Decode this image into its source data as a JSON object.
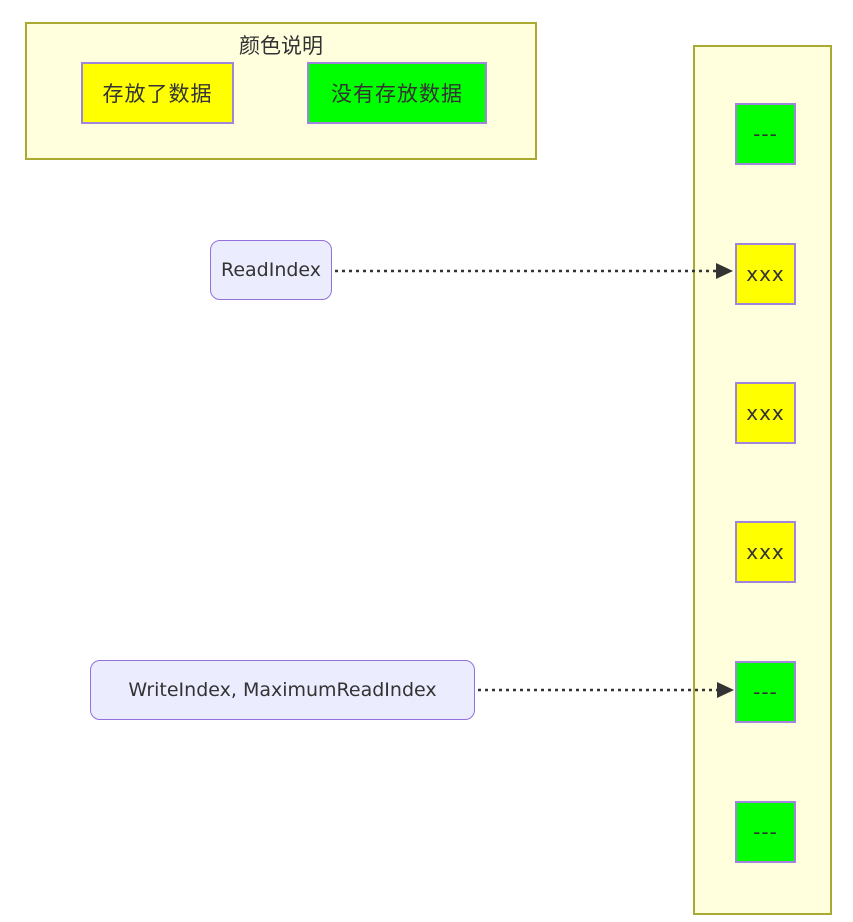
{
  "diagram": {
    "type": "flowchart",
    "legend": {
      "title": "颜色说明",
      "items": [
        {
          "label": "存放了数据",
          "state": "filled"
        },
        {
          "label": "没有存放数据",
          "state": "empty"
        }
      ]
    },
    "pointers": [
      {
        "label": "ReadIndex",
        "target_cell_index": 1
      },
      {
        "label": "WriteIndex, MaximumReadIndex",
        "target_cell_index": 4
      }
    ],
    "buffer": {
      "cells": [
        {
          "label": "---",
          "state": "empty"
        },
        {
          "label": "xxx",
          "state": "filled"
        },
        {
          "label": "xxx",
          "state": "filled"
        },
        {
          "label": "xxx",
          "state": "filled"
        },
        {
          "label": "---",
          "state": "empty"
        },
        {
          "label": "---",
          "state": "empty"
        }
      ]
    },
    "colors": {
      "filled": "#ffff00",
      "empty": "#00ff00",
      "cluster_fill": "#ffffde",
      "cluster_border": "#aaaa33",
      "node_fill": "#ececff",
      "node_border": "#9370db",
      "text": "#333333",
      "arrow": "#333333"
    }
  }
}
